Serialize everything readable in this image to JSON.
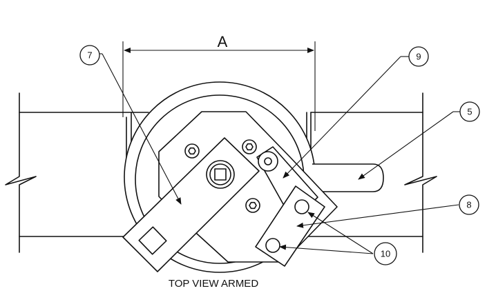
{
  "caption": "TOP VIEW ARMED",
  "dimension_label": "A",
  "callouts": {
    "c7": "7",
    "c9": "9",
    "c5": "5",
    "c8": "8",
    "c10": "10"
  }
}
